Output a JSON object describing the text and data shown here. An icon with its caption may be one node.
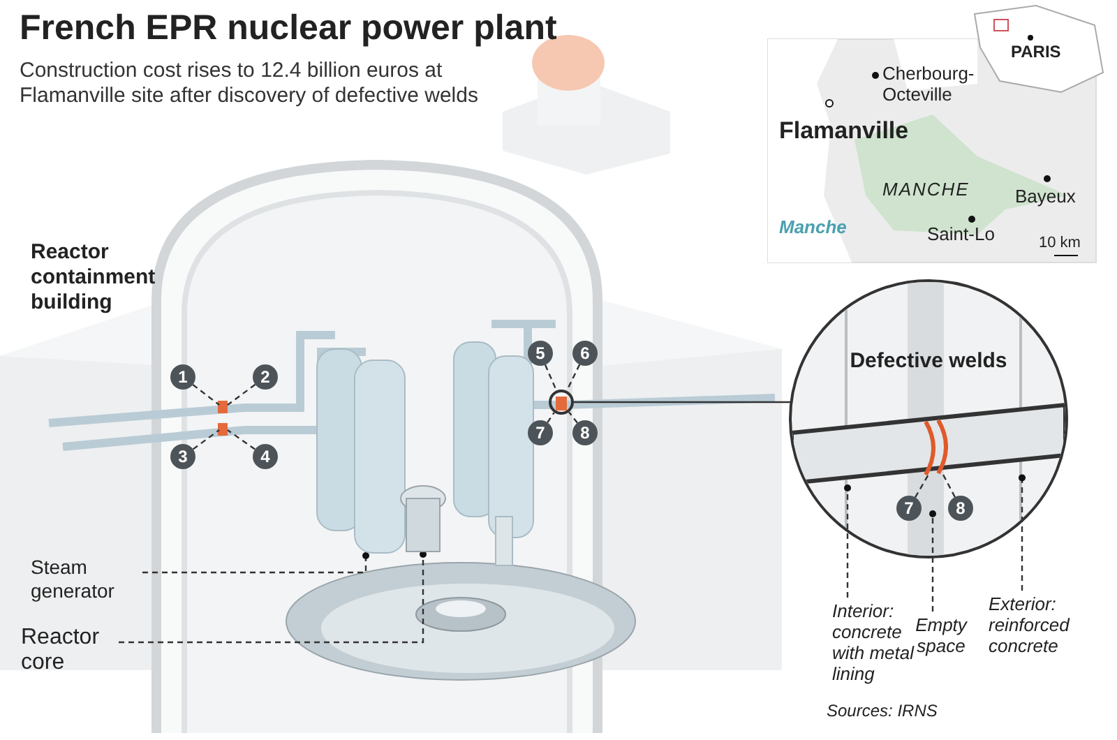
{
  "diagram": {
    "title": "French EPR nuclear power plant",
    "caption": "Construction cost rises to 12.4 billion euros at Flamanville site after discovery of defective welds",
    "nodes": [
      {
        "text": [],
        "shape": "cylinder"
      },
      {
        "text": [],
        "shape": "cylinder"
      },
      {
        "text": [
          "Steam generator"
        ]
      },
      {
        "text": [
          "Reactor core"
        ]
      },
      {
        "text": [
          "1"
        ]
      },
      {
        "text": [
          "2"
        ]
      },
      {
        "text": [
          "3"
        ]
      },
      {
        "text": [
          "4"
        ]
      },
      {
        "text": [
          "5"
        ]
      },
      {
        "text": [
          "6"
        ]
      },
      {
        "text": [
          "7"
        ]
      },
      {
        "text": [
          "8"
        ]
      },
      {
        "text": [],
        "shape": "circle"
      },
      {
        "text": [
          "Defective welds"
        ]
      },
      {
        "text": [
          "7"
        ],
        "in": 13
      },
      {
        "text": [
          "8"
        ],
        "in": 13
      },
      {
        "text": [
          "Interior: concrete with metal lining"
        ]
      },
      {
        "text": [
          "Empty space"
        ]
      },
      {
        "text": [
          "Exterior: reinforced concrete"
        ]
      },
      {
        "text": [],
        "shape": "arc",
        "in": 13
      },
      {
        "text": [],
        "shape": "arc",
        "in": 13
      }
    ],
    "edges": [
      {
        "from": 2,
        "to": 0,
        "arrow": "other",
        "style": "dashed"
      },
      {
        "from": 3,
        "to": 1,
        "arrow": "other",
        "style": "dashed"
      },
      {
        "from": 4,
        "to": null,
        "arrow": "none",
        "style": "dashed"
      },
      {
        "from": 5,
        "to": null,
        "arrow": "none",
        "style": "dashed"
      },
      {
        "from": 6,
        "to": null,
        "arrow": "none",
        "style": "dashed"
      },
      {
        "from": 7,
        "to": null,
        "arrow": "none",
        "style": "dashed"
      },
      {
        "from": 8,
        "to": 12,
        "arrow": "none",
        "style": "dashed"
      },
      {
        "from": 9,
        "to": 12,
        "arrow": "none",
        "style": "dashed"
      },
      {
        "from": 10,
        "to": 12,
        "arrow": "none",
        "style": "dashed"
      },
      {
        "from": 11,
        "to": 12,
        "arrow": "none",
        "style": "dashed"
      },
      {
        "from": 12,
        "to": 13,
        "arrow": "none"
      },
      {
        "from": 14,
        "to": 19,
        "arrow": "none",
        "style": "dashed"
      },
      {
        "from": 15,
        "to": 20,
        "arrow": "none",
        "style": "dashed"
      },
      {
        "from": 16,
        "to": 13,
        "arrow": "other",
        "style": "dashed"
      },
      {
        "from": 17,
        "to": 13,
        "arrow": "other",
        "style": "dashed"
      },
      {
        "from": 18,
        "to": 13,
        "arrow": "other",
        "style": "dashed"
      }
    ],
    "labels": [
      "Reactor containment building",
      "PARIS",
      "Cherbourg-Octeville",
      "Flamanville",
      "MANCHE",
      "Bayeux",
      "Manche",
      "Saint-Lo",
      "10 km",
      "Sources: IRNS"
    ]
  }
}
